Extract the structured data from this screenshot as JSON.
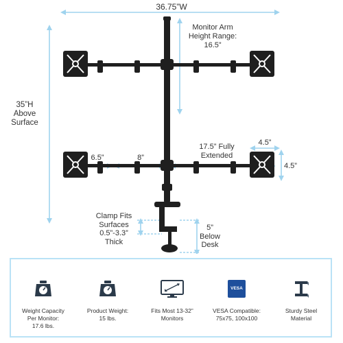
{
  "dimensions": {
    "total_width": "36.75”W",
    "height_line1": "35”H",
    "height_line2": "Above",
    "height_line3": "Surface",
    "arm_range_line1": "Monitor Arm",
    "arm_range_line2": "Height Range:",
    "arm_range_line3": "16.5”",
    "left_span": "6.5”",
    "mid_span": "8”",
    "extended_line1": "17.5” Fully",
    "extended_line2": "Extended",
    "vesa_width": "4.5”",
    "vesa_height": "4.5”",
    "clamp_line1": "Clamp Fits",
    "clamp_line2": "Surfaces",
    "clamp_line3": "0.5”-3.3”",
    "clamp_line4": "Thick",
    "below_line1": "5”",
    "below_line2": "Below",
    "below_line3": "Desk"
  },
  "specs": [
    {
      "icon": "scale-icon",
      "line1": "Weight Capacity",
      "line2": "Per Monitor:",
      "line3": "17.6 lbs."
    },
    {
      "icon": "scale-icon",
      "line1": "Product Weight:",
      "line2": "15 lbs.",
      "line3": ""
    },
    {
      "icon": "monitor-icon",
      "line1": "Fits Most 13-32”",
      "line2": "Monitors",
      "line3": ""
    },
    {
      "icon": "vesa-badge-icon",
      "badge": "VESA",
      "line1": "VESA Compatible:",
      "line2": "75x75, 100x100",
      "line3": ""
    },
    {
      "icon": "steel-beam-icon",
      "line1": "Sturdy Steel",
      "line2": "Material",
      "line3": ""
    }
  ],
  "colors": {
    "mount": "#1f1f1f",
    "dimension_line": "#9fd3ee",
    "panel_border": "#b9e2f6",
    "icon_dark": "#2b3a4a",
    "vesa_badge": "#1e4f9c",
    "text": "#333333"
  }
}
